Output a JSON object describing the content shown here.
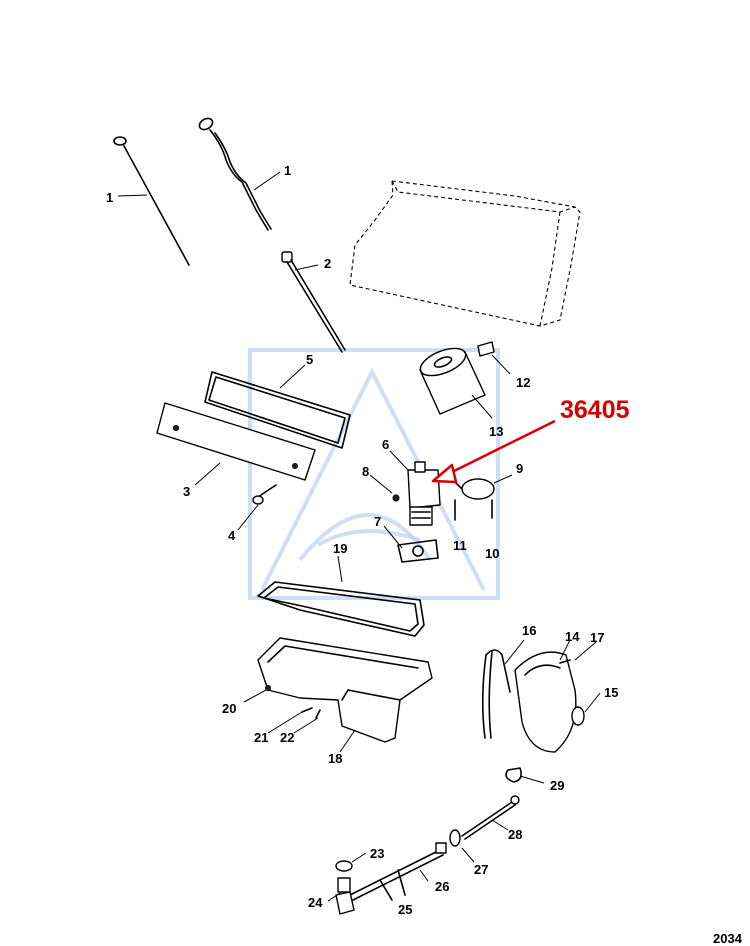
{
  "highlight": {
    "part_number": "36405",
    "color": "#d40000"
  },
  "figure_id": "2034",
  "callouts": [
    "1",
    "1",
    "2",
    "3",
    "4",
    "5",
    "6",
    "7",
    "8",
    "9",
    "10",
    "11",
    "12",
    "13",
    "14",
    "15",
    "16",
    "17",
    "18",
    "19",
    "20",
    "21",
    "22",
    "23",
    "24",
    "25",
    "26",
    "27",
    "28",
    "29"
  ],
  "watermark": {
    "icon": "brand-logo-watermark",
    "color": "#bcd0ec"
  }
}
